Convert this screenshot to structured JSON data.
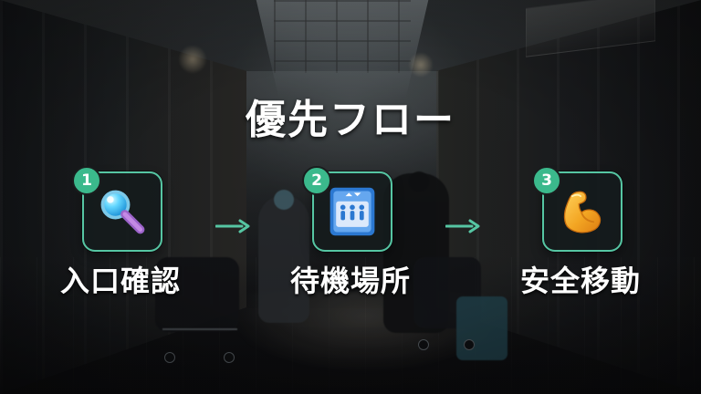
{
  "title": "優先フロー",
  "steps": [
    {
      "number": "1",
      "label": "入口確認",
      "icon": "magnifying-glass-icon"
    },
    {
      "number": "2",
      "label": "待機場所",
      "icon": "elevator-icon"
    },
    {
      "number": "3",
      "label": "安全移動",
      "icon": "flexed-biceps-icon"
    }
  ],
  "colors": {
    "accent": "#56c6a3",
    "badge": "#3bb98c",
    "tile_background": "#141b1d",
    "elevator_blue": "#2b78d1",
    "biceps_orange": "#f3a623"
  }
}
